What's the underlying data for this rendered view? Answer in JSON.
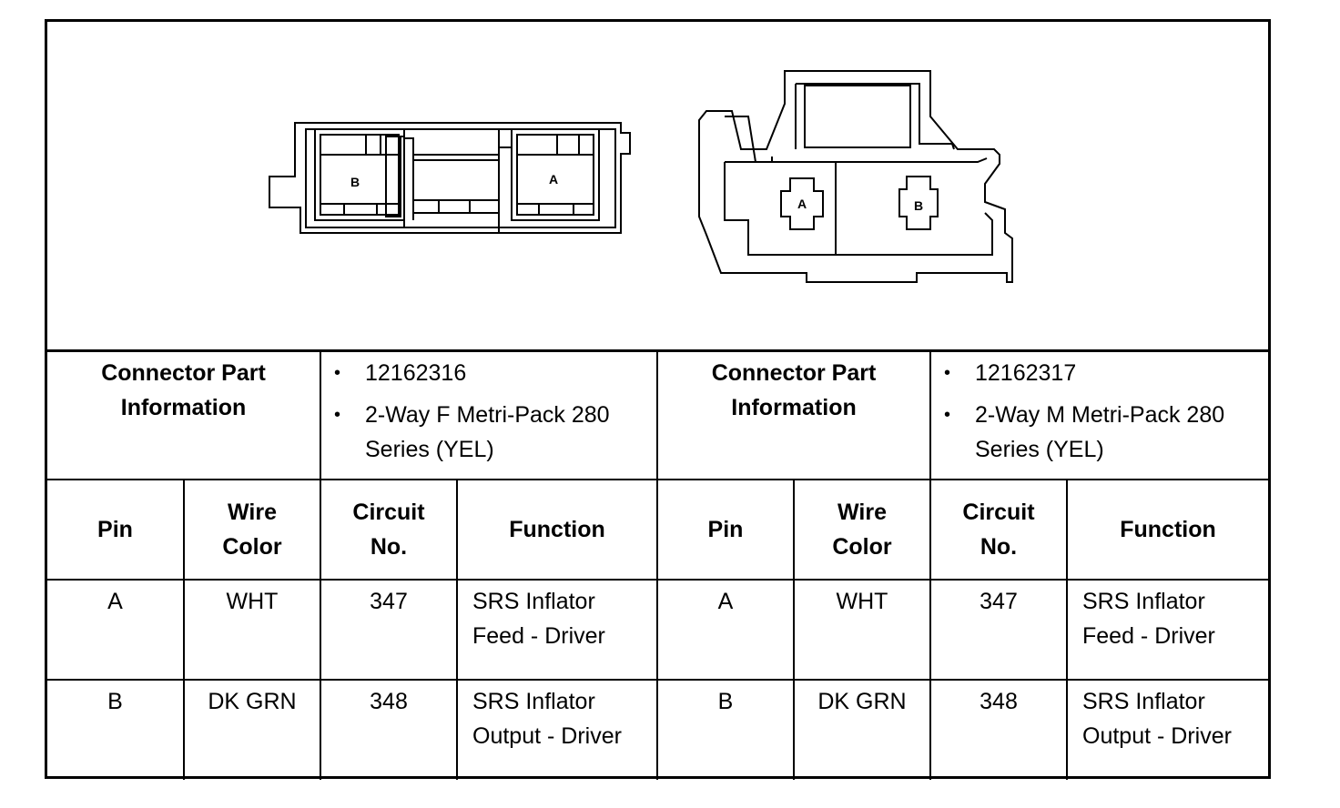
{
  "connectors": [
    {
      "part_label_line1": "Connector Part",
      "part_label_line2": "Information",
      "part_number": "12162316",
      "description": "2-Way F Metri-Pack 280 Series (YEL)",
      "cavity_labels": [
        "B",
        "A"
      ]
    },
    {
      "part_label_line1": "Connector Part",
      "part_label_line2": "Information",
      "part_number": "12162317",
      "description": "2-Way M Metri-Pack 280 Series (YEL)",
      "cavity_labels": [
        "A",
        "B"
      ]
    }
  ],
  "headers": {
    "pin": "Pin",
    "wire_color_line1": "Wire",
    "wire_color_line2": "Color",
    "circuit_line1": "Circuit",
    "circuit_line2": "No.",
    "function": "Function"
  },
  "rows": [
    {
      "pin": "A",
      "wire_color": "WHT",
      "circuit": "347",
      "function_line1": "SRS Inflator",
      "function_line2": "Feed - Driver"
    },
    {
      "pin": "B",
      "wire_color": "DK GRN",
      "circuit": "348",
      "function_line1": "SRS Inflator",
      "function_line2": "Output - Driver"
    }
  ],
  "bullet_glyph": "•"
}
